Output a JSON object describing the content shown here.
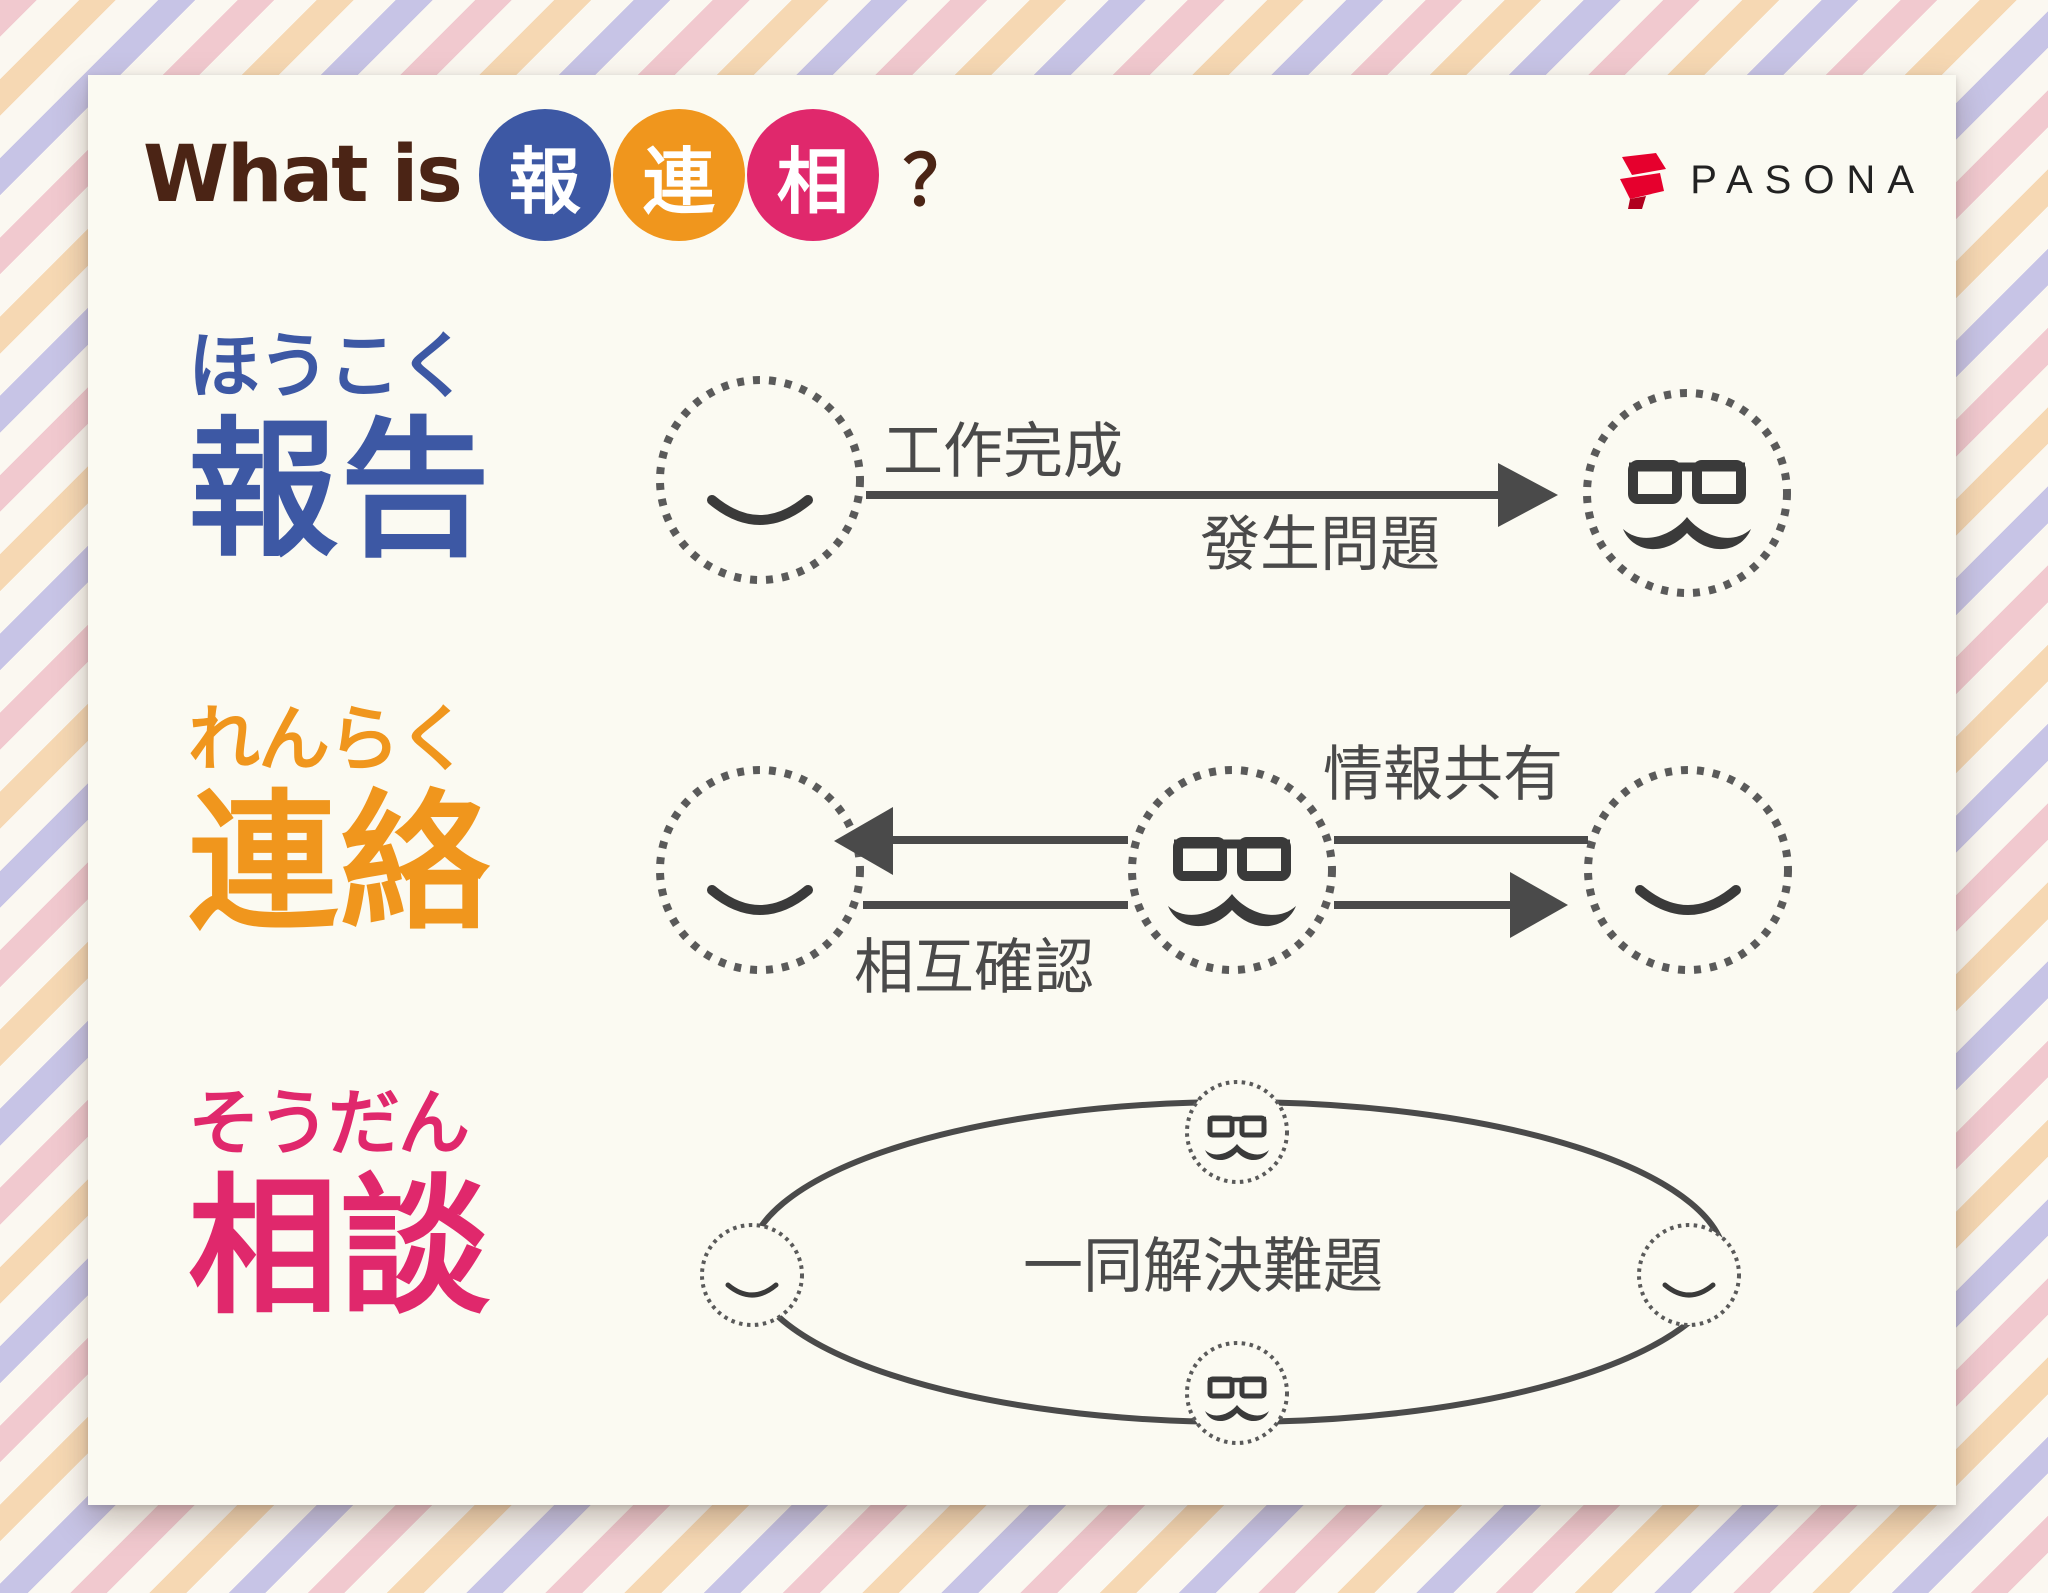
{
  "title": {
    "prefix": "What is",
    "characters": [
      {
        "char": "報",
        "color": "#3d58a4"
      },
      {
        "char": "連",
        "color": "#f0961d"
      },
      {
        "char": "相",
        "color": "#e0286c"
      }
    ],
    "suffix": "？"
  },
  "logo": {
    "text": "PASONA",
    "color": "#e6002d"
  },
  "sections": [
    {
      "kana": "ほうこく",
      "kanji": "報告",
      "color": "#3d58a4"
    },
    {
      "kana": "れんらく",
      "kanji": "連絡",
      "color": "#f0961d"
    },
    {
      "kana": "そうだん",
      "kanji": "相談",
      "color": "#e0286c"
    }
  ],
  "diagram": {
    "houkoku": {
      "top_label": "工作完成",
      "bottom_label": "發生問題"
    },
    "renraku": {
      "top_label": "情報共有",
      "bottom_label": "相互確認"
    },
    "soudan": {
      "center_label": "一同解決難題"
    }
  },
  "colors": {
    "line": "#4a4a4a",
    "dotted_border": "#5a5a5a",
    "face": "#3a3a3a"
  }
}
